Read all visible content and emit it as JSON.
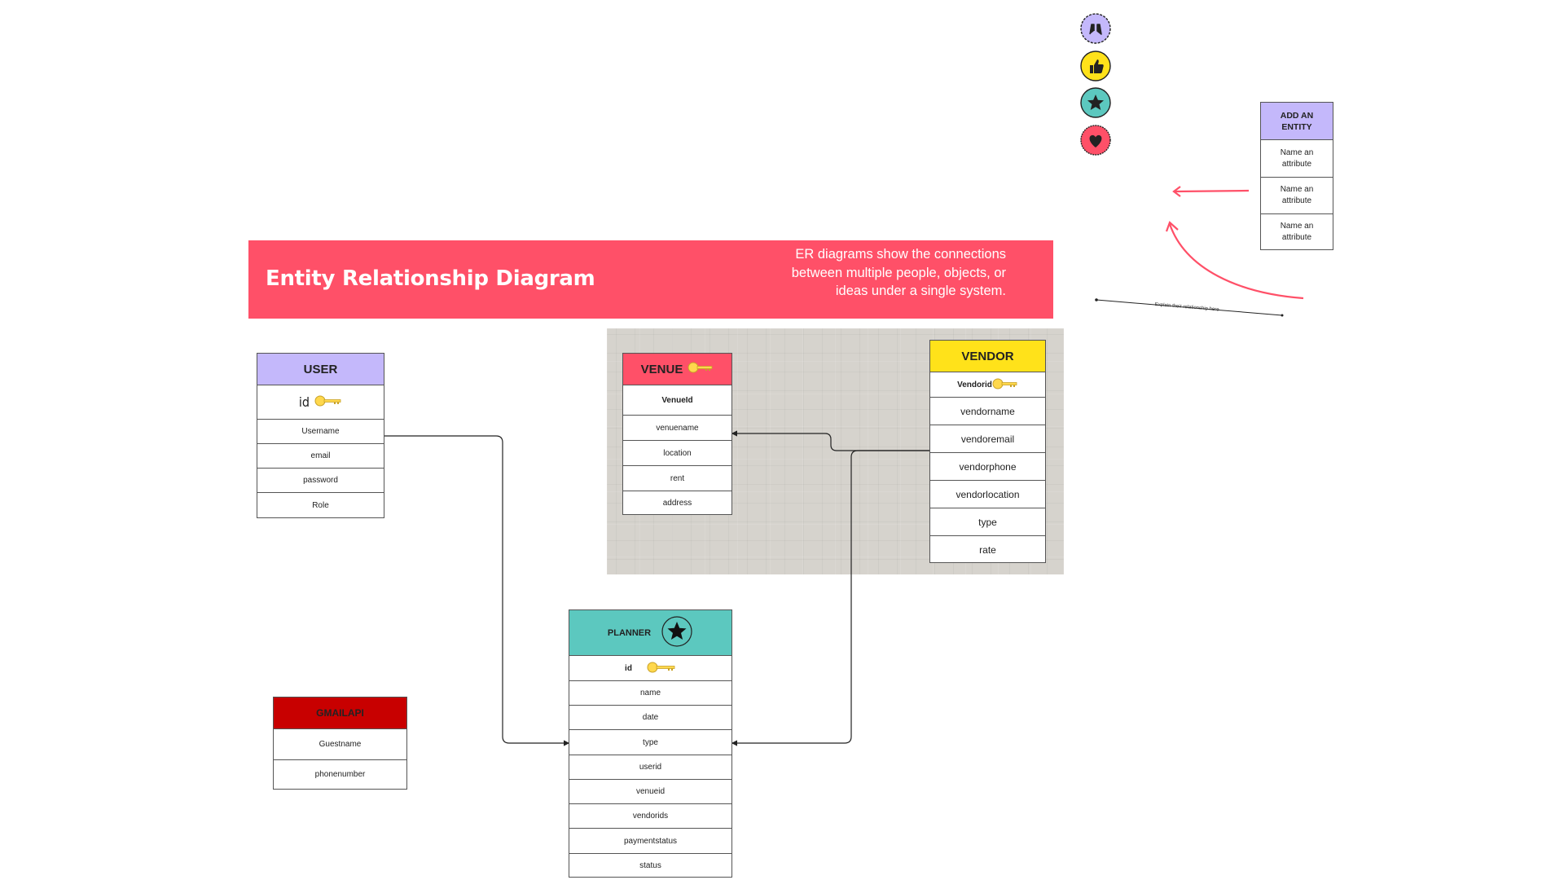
{
  "banner": {
    "title": "Entity Relationship Diagram",
    "description": "ER diagrams show the connections between multiple people, objects, or ideas under a single system."
  },
  "reactions": [
    "clapping-hands-icon",
    "thumbs-up-icon",
    "star-icon",
    "heart-icon"
  ],
  "colors": {
    "banner": "#ff5068",
    "user_header": "#c4b8fb",
    "venue_header": "#ff5068",
    "vendor_header": "#ffe21a",
    "planner_header": "#5cc8bf",
    "gmail_header": "#c80000",
    "add_entity_header": "#c4b8fb"
  },
  "entities": {
    "user": {
      "name": "USER",
      "key_field": "id",
      "attributes": [
        "Username",
        "email",
        "password",
        "Role"
      ]
    },
    "venue": {
      "name": "VENUE",
      "key_field": "VenueId",
      "attributes": [
        "venuename",
        "location",
        "rent",
        "address"
      ]
    },
    "vendor": {
      "name": "VENDOR",
      "key_field": "Vendorid",
      "attributes": [
        "vendorname",
        "vendoremail",
        "vendorphone",
        "vendorlocation",
        "type",
        "rate"
      ]
    },
    "planner": {
      "name": "PLANNER",
      "key_field": "id",
      "attributes": [
        "name",
        "date",
        "type",
        "userid",
        "venueid",
        "vendorids",
        "paymentstatus",
        "status"
      ]
    },
    "gmailapi": {
      "name": "GMAILAPI",
      "attributes": [
        "Guestname",
        "phonenumber"
      ]
    }
  },
  "add_entity": {
    "title": "ADD AN ENTITY",
    "attributes": [
      "Name an attribute",
      "Name an attribute",
      "Name an attribute"
    ]
  },
  "relationship_hint": "Explain their relationship here"
}
